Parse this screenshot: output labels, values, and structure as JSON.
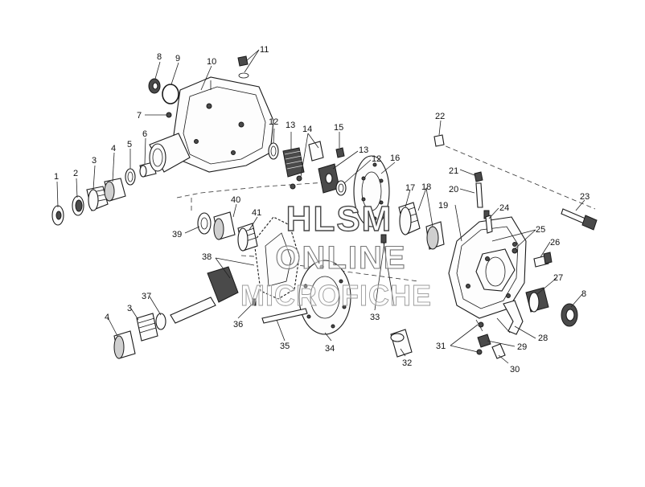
{
  "watermark": {
    "line1": "HLSM",
    "line2": "ONLINE",
    "line3": "MICROFICHE"
  },
  "callouts": {
    "c1": "1",
    "c2": "2",
    "c3": "3",
    "c4": "4",
    "c5": "5",
    "c6": "6",
    "c7": "7",
    "c8": "8",
    "c9": "9",
    "c10": "10",
    "c11": "11",
    "c12a": "12",
    "c12b": "12",
    "c13a": "13",
    "c13b": "13",
    "c14": "14",
    "c15": "15",
    "c16": "16",
    "c17": "17",
    "c18": "18",
    "c19": "19",
    "c20": "20",
    "c21": "21",
    "c22": "22",
    "c23": "23",
    "c24": "24",
    "c25": "25",
    "c26": "26",
    "c27": "27",
    "c8b": "8",
    "c28": "28",
    "c29": "29",
    "c30": "30",
    "c31": "31",
    "c32": "32",
    "c33": "33",
    "c34": "34",
    "c35": "35",
    "c36": "36",
    "c37": "37",
    "c3b": "3",
    "c4b": "4",
    "c38": "38",
    "c39": "39",
    "c40": "40",
    "c41": "41"
  }
}
